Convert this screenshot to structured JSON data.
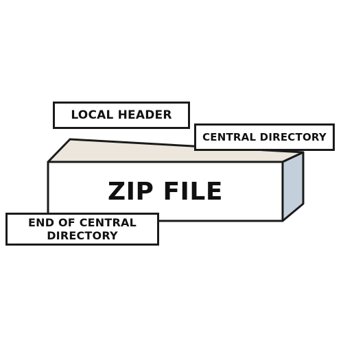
{
  "diagram": {
    "box_label": "ZIP FILE",
    "labels": {
      "local_header": "LOCAL HEADER",
      "central_directory": "CENTRAL DIRECTORY",
      "end_of_central_directory": "END OF CENTRAL DIRECTORY"
    },
    "colors": {
      "outline": "#1a1a1a",
      "front_face": "#ffffff",
      "top_face": "#ece6dc",
      "side_face": "#c3d0dc",
      "label_fill": "#ffffff"
    }
  }
}
